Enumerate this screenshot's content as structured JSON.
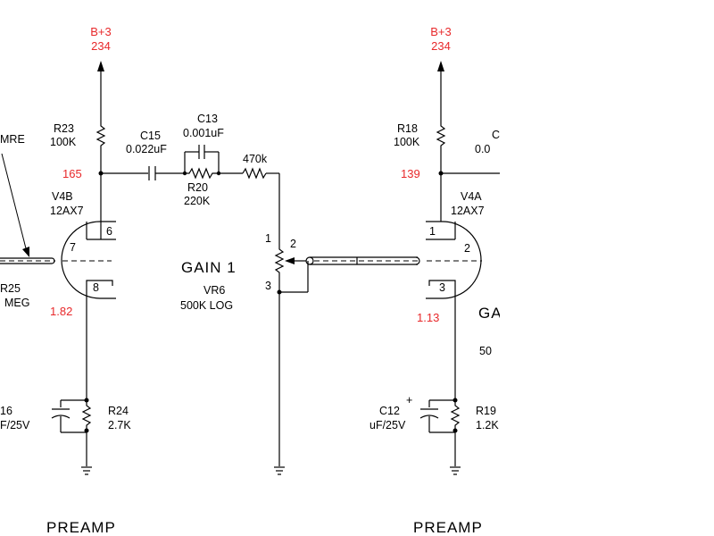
{
  "colors": {
    "voltage": "#e8292b",
    "wire": "#000000",
    "background": "#ffffff"
  },
  "left_stage": {
    "supply_name": "B+3",
    "supply_voltage": "234",
    "input_label_partial": "MRE",
    "plate_resistor": {
      "ref": "R23",
      "value": "100K"
    },
    "plate_voltage": "165",
    "coupling_cap": {
      "ref": "C15",
      "value": "0.022uF"
    },
    "bright_cap": {
      "ref": "C13",
      "value": "0.001uF"
    },
    "series_resistor": {
      "ref": "R20",
      "value": "220K"
    },
    "added_resistor_value": "470k",
    "tube": {
      "ref": "V4B",
      "type": "12AX7",
      "pin_plate": "6",
      "pin_grid": "7",
      "pin_cathode": "8"
    },
    "grid_resistor": {
      "ref_partial": "R25",
      "value_partial": "MEG"
    },
    "cathode_voltage": "1.82",
    "cathode_cap": {
      "ref_partial": "16",
      "value_partial": "F/25V"
    },
    "cathode_resistor": {
      "ref": "R24",
      "value": "2.7K"
    },
    "footer_partial": "PREAMP"
  },
  "pot": {
    "name": "GAIN 1",
    "ref": "VR6",
    "value": "500K LOG",
    "pin1": "1",
    "pin2": "2",
    "pin3": "3"
  },
  "right_stage": {
    "supply_name": "B+3",
    "supply_voltage": "234",
    "plate_resistor": {
      "ref": "R18",
      "value": "100K"
    },
    "plate_voltage": "139",
    "cap_partial": {
      "ref_partial": "C",
      "value_partial": "0.0"
    },
    "tube": {
      "ref": "V4A",
      "type": "12AX7",
      "pin_plate": "1",
      "pin_grid": "2",
      "pin_cathode": "3"
    },
    "cathode_voltage": "1.13",
    "cut_label_1": "GA",
    "cut_label_2": "50",
    "cathode_cap": {
      "ref": "C12",
      "value_partial": "uF/25V",
      "polarity": "+"
    },
    "cathode_resistor": {
      "ref_partial": "R19",
      "value_partial": "1.2K"
    },
    "footer_partial": "PREAMP"
  }
}
